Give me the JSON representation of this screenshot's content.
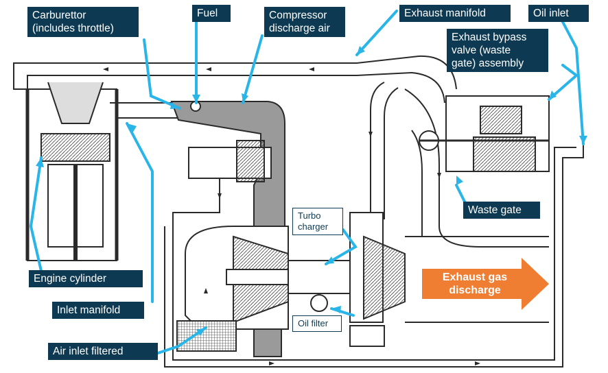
{
  "labels": {
    "carburettor": "Carburettor\n(includes throttle)",
    "fuel": "Fuel",
    "compressor_air": "Compressor\ndischarge air",
    "exhaust_manifold": "Exhaust manifold",
    "oil_inlet": "Oil inlet",
    "waste_gate_assembly": "Exhaust bypass\nvalve (waste\ngate) assembly",
    "waste_gate": "Waste gate",
    "turbo": "Turbo\ncharger",
    "engine_cylinder": "Engine cylinder",
    "inlet_manifold": "Inlet manifold",
    "air_inlet": "Air inlet filtered",
    "oil_filter": "Oil filter",
    "exhaust_discharge": "Exhaust gas\ndischarge"
  },
  "colors": {
    "label_bg": "#0d3a52",
    "leader": "#29b5e8",
    "discharge_arrow": "#ef7d32",
    "drawing": "#2a2a2a",
    "shading": "#9a9a9a"
  }
}
